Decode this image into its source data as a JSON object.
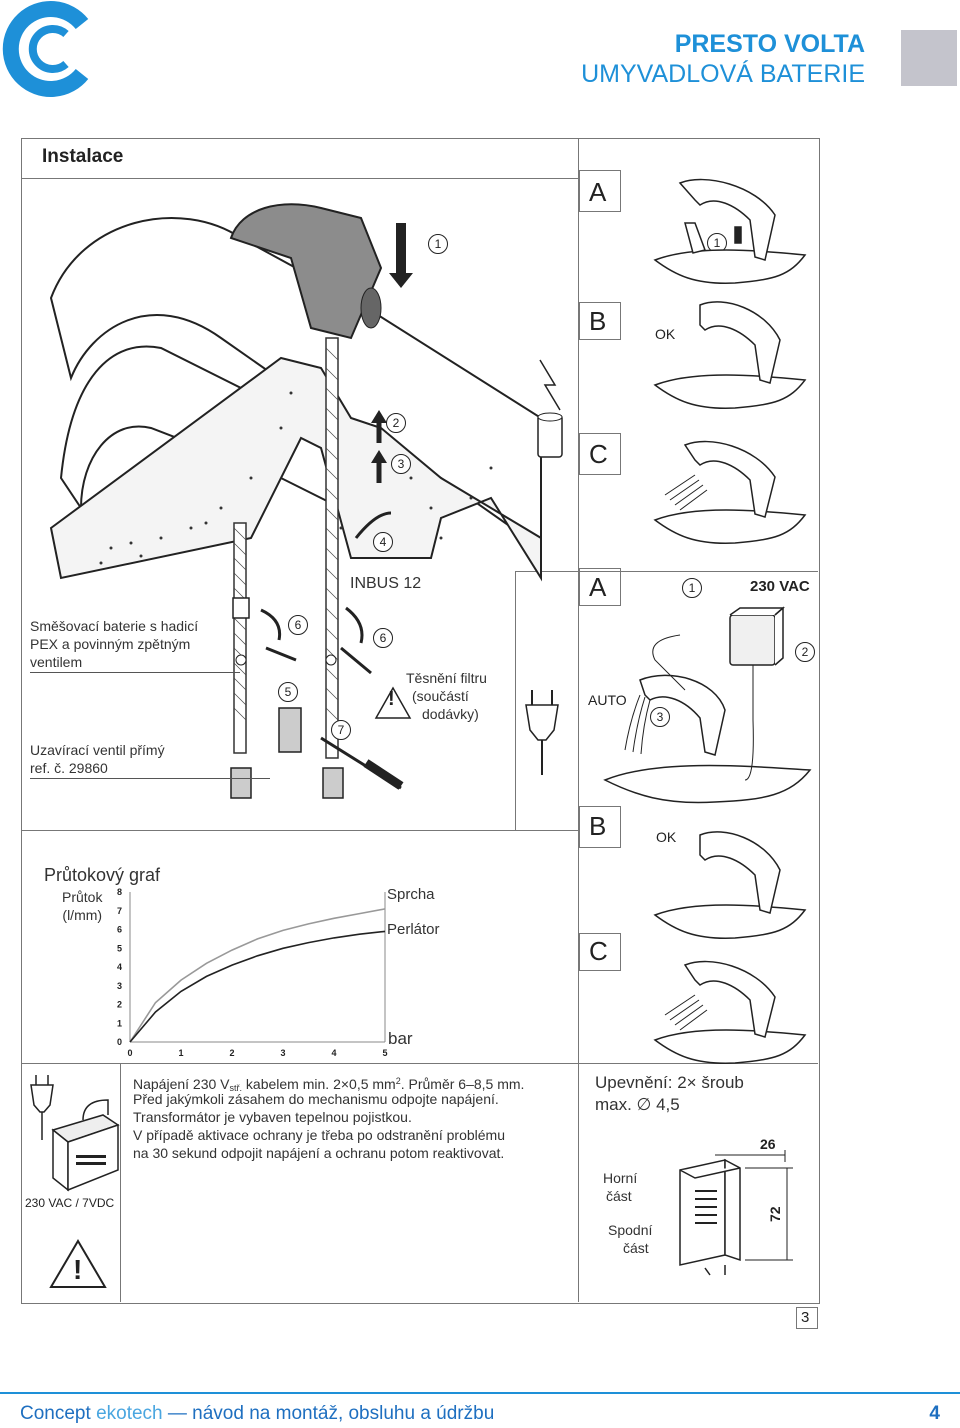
{
  "header": {
    "title_line1": "PRESTO VOLTA",
    "title_line2": "UMYVADLOVÁ BATERIE",
    "accent_color": "#1e90d8",
    "logo_icon": "concept-logo-icon"
  },
  "installation": {
    "heading": "Instalace",
    "mixer_note": [
      "Směšovací baterie s hadicí",
      "PEX a povinným zpětným",
      "ventilem"
    ],
    "valve_note": [
      "Uzavírací ventil přímý",
      "ref. č. 29860"
    ],
    "inbus_label": "INBUS 12",
    "filter_note": [
      "Těsnění filtru",
      "(součástí",
      "dodávky)"
    ],
    "warning_mark": "!",
    "steps": [
      "1",
      "2",
      "3",
      "4",
      "5",
      "6",
      "6",
      "7"
    ]
  },
  "battery_panel": {
    "a_label": "A",
    "b_label": "B",
    "c_label": "C",
    "step_1": "1",
    "ok_label": "OK"
  },
  "mains_panel": {
    "a_label": "A",
    "step_1": "1",
    "voltage": "230 VAC",
    "step_2": "2",
    "auto_label": "AUTO",
    "step_3": "3",
    "b_label": "B",
    "ok_label": "OK",
    "c_label": "C"
  },
  "chart_data": {
    "type": "line",
    "title": "Průtokový graf",
    "ylabel": "Průtok\n(l/mm)",
    "xlabel": "bar",
    "x_ticks": [
      "0",
      "1",
      "2",
      "3",
      "4",
      "5"
    ],
    "y_ticks": [
      "0",
      "1",
      "2",
      "3",
      "4",
      "5",
      "6",
      "7",
      "8"
    ],
    "xlim": [
      0,
      5
    ],
    "ylim": [
      0,
      8
    ],
    "series": [
      {
        "name": "Sprcha",
        "color": "#999999",
        "x": [
          0,
          0.5,
          1,
          1.5,
          2,
          2.5,
          3,
          3.5,
          4,
          4.5,
          5
        ],
        "y": [
          0,
          2.1,
          3.3,
          4.2,
          4.9,
          5.5,
          5.95,
          6.3,
          6.6,
          6.85,
          7.1
        ]
      },
      {
        "name": "Perlátor",
        "color": "#222222",
        "x": [
          0,
          0.5,
          1,
          1.5,
          2,
          2.5,
          3,
          3.5,
          4,
          4.5,
          5
        ],
        "y": [
          0,
          1.6,
          2.7,
          3.5,
          4.1,
          4.6,
          5.0,
          5.3,
          5.55,
          5.75,
          5.9
        ]
      }
    ]
  },
  "power_info": {
    "lines": [
      "Napájení 230 V",
      "stř.",
      " kabelem min. 2×0,5 mm",
      "2",
      ". Průměr 6–8,5 mm."
    ],
    "line2": "Před jakýmkoli zásahem do mechanismu odpojte napájení.",
    "line3": "Transformátor je vybaven tepelnou pojistkou.",
    "line4": "V případě aktivace ochrany je třeba po odstranění problému",
    "line5": "na 30 sekund odpojit napájení a ochranu potom reaktivovat.",
    "transformer_label": "230 VAC / 7VDC",
    "warning_mark": "!"
  },
  "mounting": {
    "title_line1": "Upevnění: 2× šroub",
    "title_line2": "max. ∅ 4,5",
    "top_label": [
      "Horní",
      "část"
    ],
    "bottom_label": [
      "Spodní",
      "část"
    ],
    "dim_width": "26",
    "dim_height": "72"
  },
  "page_number_box": "3",
  "footer": {
    "brand_concept": "Concept",
    "brand_ekotech": "ekotech",
    "dash": "—",
    "title": "návod na montáž, obsluhu a údržbu",
    "page": "4"
  }
}
